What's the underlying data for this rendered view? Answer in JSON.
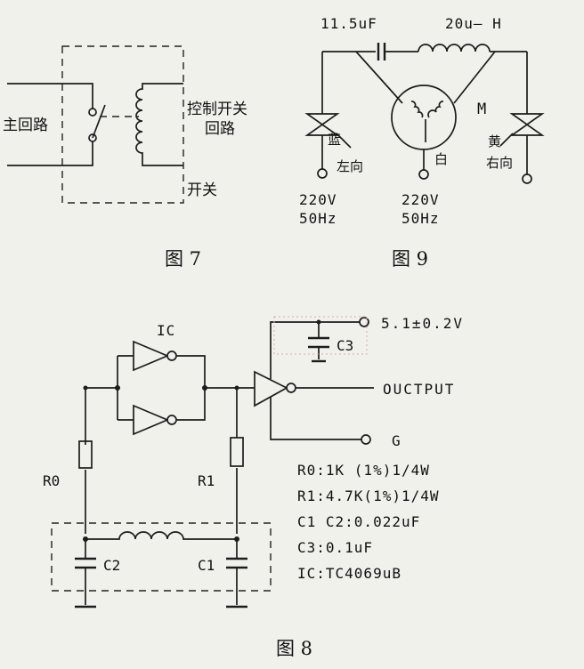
{
  "fig7": {
    "caption": "图 7",
    "left_label": "主回路",
    "right_label_1": "控制开关",
    "right_label_2": "回路",
    "bottom_label": "开关"
  },
  "fig9": {
    "caption": "图 9",
    "cap_value": "11.5uF",
    "inductor_value": "20u— H",
    "motor_label": "M",
    "left_triac_label_1": "蓝",
    "left_triac_label_2": "左向",
    "center_label": "白",
    "right_triac_label_1": "黄",
    "right_triac_label_2": "右向",
    "left_supply_v": "220V",
    "left_supply_f": "50Hz",
    "center_supply_v": "220V",
    "center_supply_f": "50Hz"
  },
  "fig8": {
    "caption": "图 8",
    "ic_label": "IC",
    "supply_label": "5.1±0.2V",
    "c3_label": "C3",
    "output_label": "OUCTPUT",
    "ground_label": "G",
    "r0_label": "R0",
    "r1_label": "R1",
    "c2_label": "C2",
    "c1_label": "C1",
    "parts": [
      "R0:1K (1%)1/4W",
      "R1:4.7K(1%)1/4W",
      "C1 C2:0.022uF",
      "C3:0.1uF",
      "IC:TC4069uB"
    ]
  }
}
